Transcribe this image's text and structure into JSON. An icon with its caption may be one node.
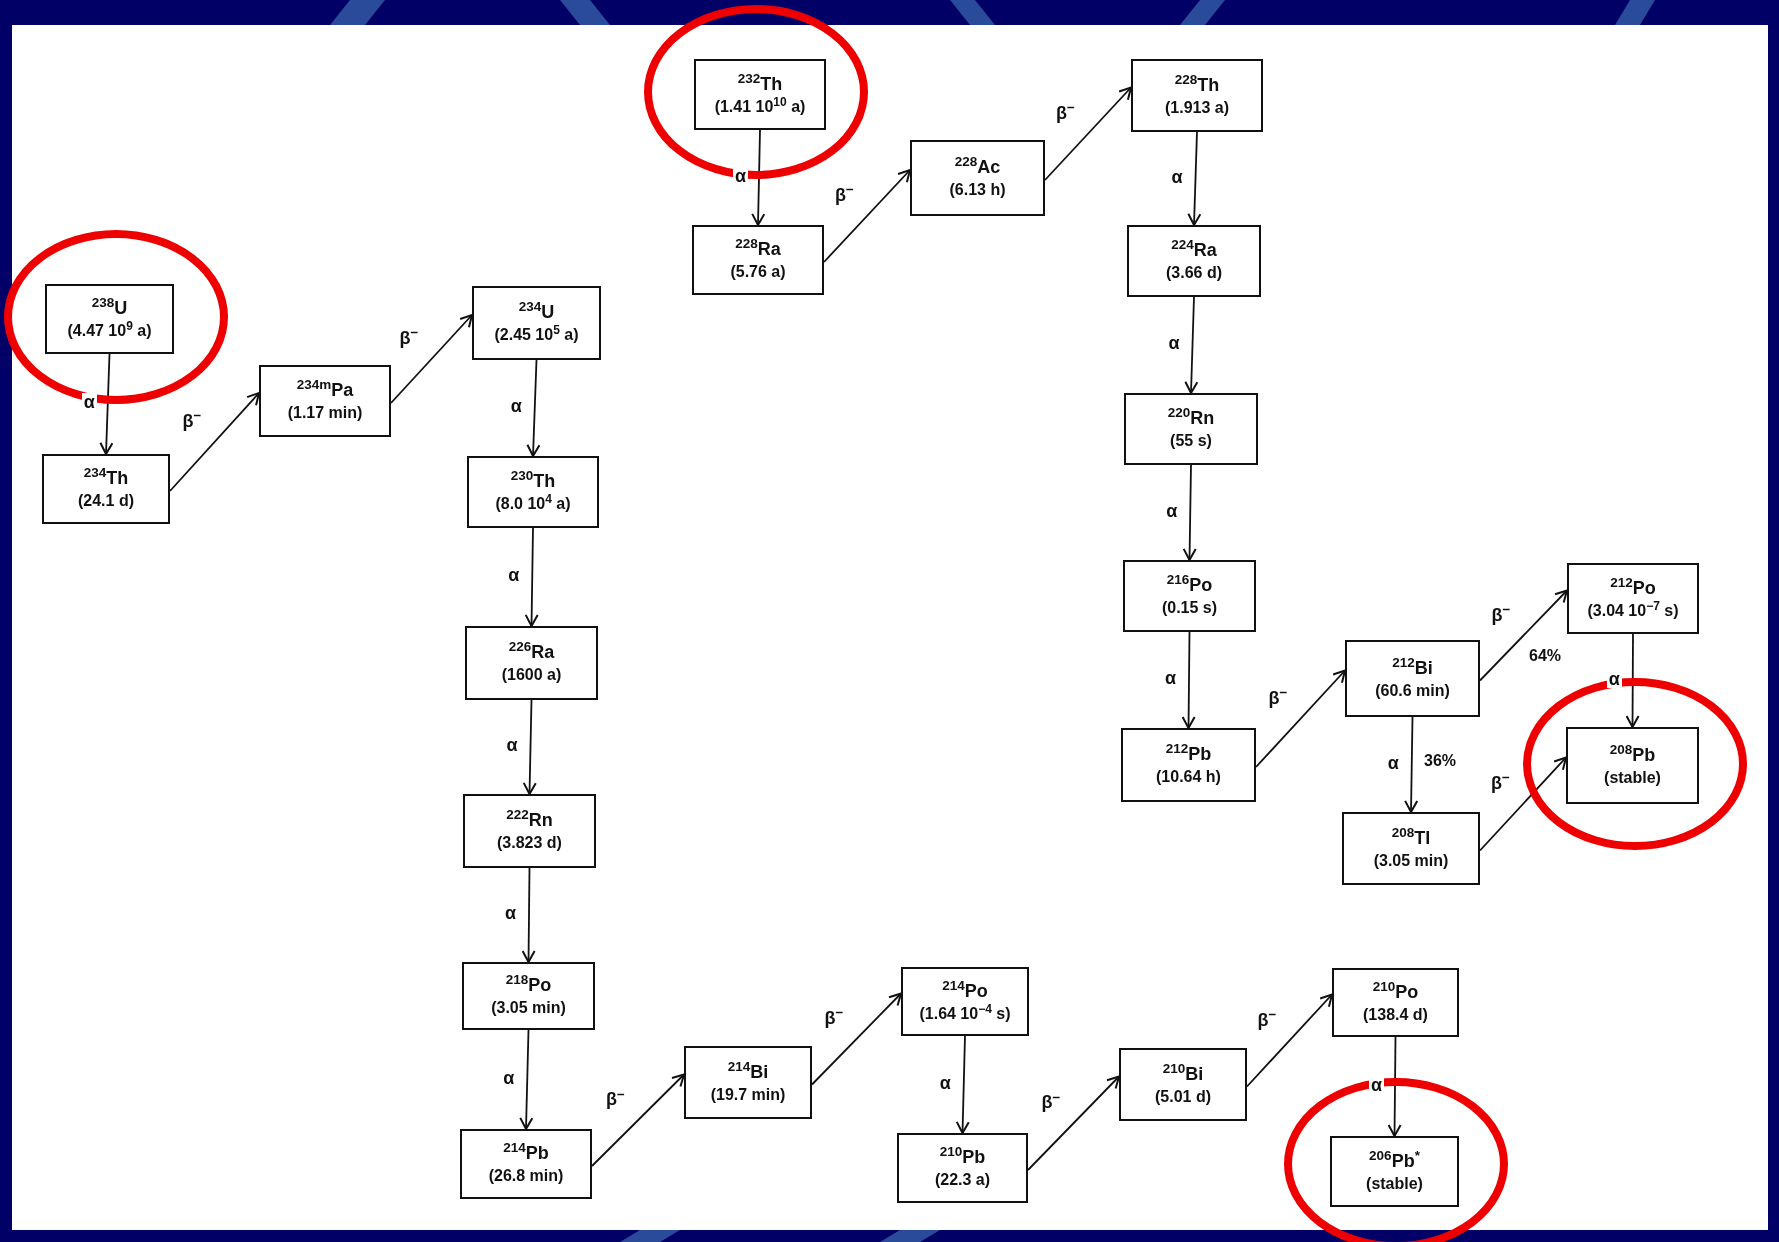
{
  "diagram": {
    "nodes": [
      {
        "text": [
          "$^{238}$U",
          "(4.47 10$^{9}$ a)"
        ]
      },
      {
        "text": [
          "$^{234}$Th",
          "(24.1 d)"
        ]
      },
      {
        "text": [
          "$^{234m}$Pa",
          "(1.17 min)"
        ]
      },
      {
        "text": [
          "$^{234}$U",
          "(2.45 10$^{5}$ a)"
        ]
      },
      {
        "text": [
          "$^{230}$Th",
          "(8.0 10$^{4}$ a)"
        ]
      },
      {
        "text": [
          "$^{226}$Ra",
          "(1600 a)"
        ]
      },
      {
        "text": [
          "$^{222}$Rn",
          "(3.823 d)"
        ]
      },
      {
        "text": [
          "$^{218}$Po",
          "(3.05 min)"
        ]
      },
      {
        "text": [
          "$^{214}$Pb",
          "(26.8 min)"
        ]
      },
      {
        "text": [
          "$^{214}$Bi",
          "(19.7 min)"
        ]
      },
      {
        "text": [
          "$^{214}$Po",
          "(1.64 10$^{−4}$ s)"
        ]
      },
      {
        "text": [
          "$^{210}$Pb",
          "(22.3 a)"
        ]
      },
      {
        "text": [
          "$^{210}$Bi",
          "(5.01 d)"
        ]
      },
      {
        "text": [
          "$^{210}$Po",
          "(138.4 d)"
        ]
      },
      {
        "text": [
          "$^{206}$Pb$^{*}$",
          "(stable)"
        ]
      },
      {
        "text": [
          "$^{232}$Th",
          "(1.41 10$^{10}$ a)"
        ]
      },
      {
        "text": [
          "$^{228}$Ra",
          "(5.76 a)"
        ]
      },
      {
        "text": [
          "$^{228}$Ac",
          "(6.13 h)"
        ]
      },
      {
        "text": [
          "$^{228}$Th",
          "(1.913 a)"
        ]
      },
      {
        "text": [
          "$^{224}$Ra",
          "(3.66 d)"
        ]
      },
      {
        "text": [
          "$^{220}$Rn",
          "(55 s)"
        ]
      },
      {
        "text": [
          "$^{216}$Po",
          "(0.15 s)"
        ]
      },
      {
        "text": [
          "$^{212}$Pb",
          "(10.64 h)"
        ]
      },
      {
        "text": [
          "$^{212}$Bi",
          "(60.6 min)"
        ]
      },
      {
        "text": [
          "$^{212}$Po",
          "(3.04 10$^{−7}$ s)"
        ]
      },
      {
        "text": [
          "$^{208}$Pb",
          "(stable)"
        ]
      },
      {
        "text": [
          "$^{208}$Tl",
          "(3.05 min)"
        ]
      }
    ],
    "edges": [
      {
        "from": 0,
        "to": 1,
        "arrow": "to",
        "label": "α"
      },
      {
        "from": 1,
        "to": 2,
        "arrow": "to",
        "label": "β$^{−}$"
      },
      {
        "from": 2,
        "to": 3,
        "arrow": "to",
        "label": "β$^{−}$"
      },
      {
        "from": 3,
        "to": 4,
        "arrow": "to",
        "label": "α"
      },
      {
        "from": 4,
        "to": 5,
        "arrow": "to",
        "label": "α"
      },
      {
        "from": 5,
        "to": 6,
        "arrow": "to",
        "label": "α"
      },
      {
        "from": 6,
        "to": 7,
        "arrow": "to",
        "label": "α"
      },
      {
        "from": 7,
        "to": 8,
        "arrow": "to",
        "label": "α"
      },
      {
        "from": 8,
        "to": 9,
        "arrow": "to",
        "label": "β$^{−}$"
      },
      {
        "from": 9,
        "to": 10,
        "arrow": "to",
        "label": "β$^{−}$"
      },
      {
        "from": 10,
        "to": 11,
        "arrow": "to",
        "label": "α"
      },
      {
        "from": 11,
        "to": 12,
        "arrow": "to",
        "label": "β$^{−}$"
      },
      {
        "from": 12,
        "to": 13,
        "arrow": "to",
        "label": "β$^{−}$"
      },
      {
        "from": 13,
        "to": 14,
        "arrow": "to",
        "label": "α"
      },
      {
        "from": 15,
        "to": 16,
        "arrow": "to",
        "label": "α"
      },
      {
        "from": 16,
        "to": 17,
        "arrow": "to",
        "label": "β$^{−}$"
      },
      {
        "from": 17,
        "to": 18,
        "arrow": "to",
        "label": "β$^{−}$"
      },
      {
        "from": 18,
        "to": 19,
        "arrow": "to",
        "label": "α"
      },
      {
        "from": 19,
        "to": 20,
        "arrow": "to",
        "label": "α"
      },
      {
        "from": 20,
        "to": 21,
        "arrow": "to",
        "label": "α"
      },
      {
        "from": 21,
        "to": 22,
        "arrow": "to",
        "label": "α"
      },
      {
        "from": 22,
        "to": 23,
        "arrow": "to",
        "label": "β$^{−}$"
      },
      {
        "from": 23,
        "to": 24,
        "arrow": "to",
        "label": "β$^{−}$"
      },
      {
        "from": 24,
        "to": 25,
        "arrow": "to",
        "label": "α"
      },
      {
        "from": 23,
        "to": 26,
        "arrow": "to",
        "label": "α"
      },
      {
        "from": 26,
        "to": 25,
        "arrow": "to",
        "label": "β$^{−}$"
      }
    ],
    "labels": [
      "64%",
      "36%"
    ]
  }
}
